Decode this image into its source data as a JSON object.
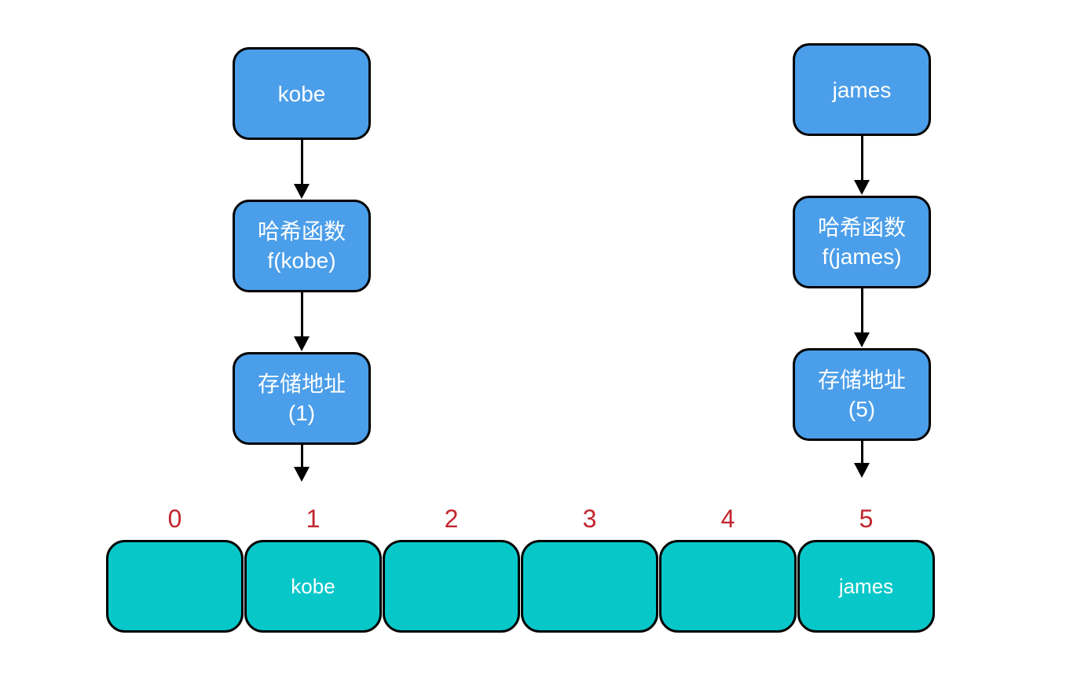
{
  "diagram": {
    "title_semantic": "hash-table-addressing-diagram",
    "colors": {
      "node_blue": "#4B9EE9",
      "cell_teal": "#08C7C9",
      "index_red": "#C2262E",
      "border_black": "#000000",
      "text_white": "#FFFFFF",
      "background": "#FFFFFF"
    },
    "flows": [
      {
        "id": "kobe",
        "key_label": "kobe",
        "hash_line1": "哈希函数",
        "hash_line2": "f(kobe)",
        "address_line1": "存储地址",
        "address_line2": "(1)"
      },
      {
        "id": "james",
        "key_label": "james",
        "hash_line1": "哈希函数",
        "hash_line2": "f(james)",
        "address_line1": "存储地址",
        "address_line2": "(5)"
      }
    ],
    "array": {
      "cells": [
        {
          "index": "0",
          "value": ""
        },
        {
          "index": "1",
          "value": "kobe"
        },
        {
          "index": "2",
          "value": ""
        },
        {
          "index": "3",
          "value": ""
        },
        {
          "index": "4",
          "value": ""
        },
        {
          "index": "5",
          "value": "james"
        }
      ]
    }
  }
}
